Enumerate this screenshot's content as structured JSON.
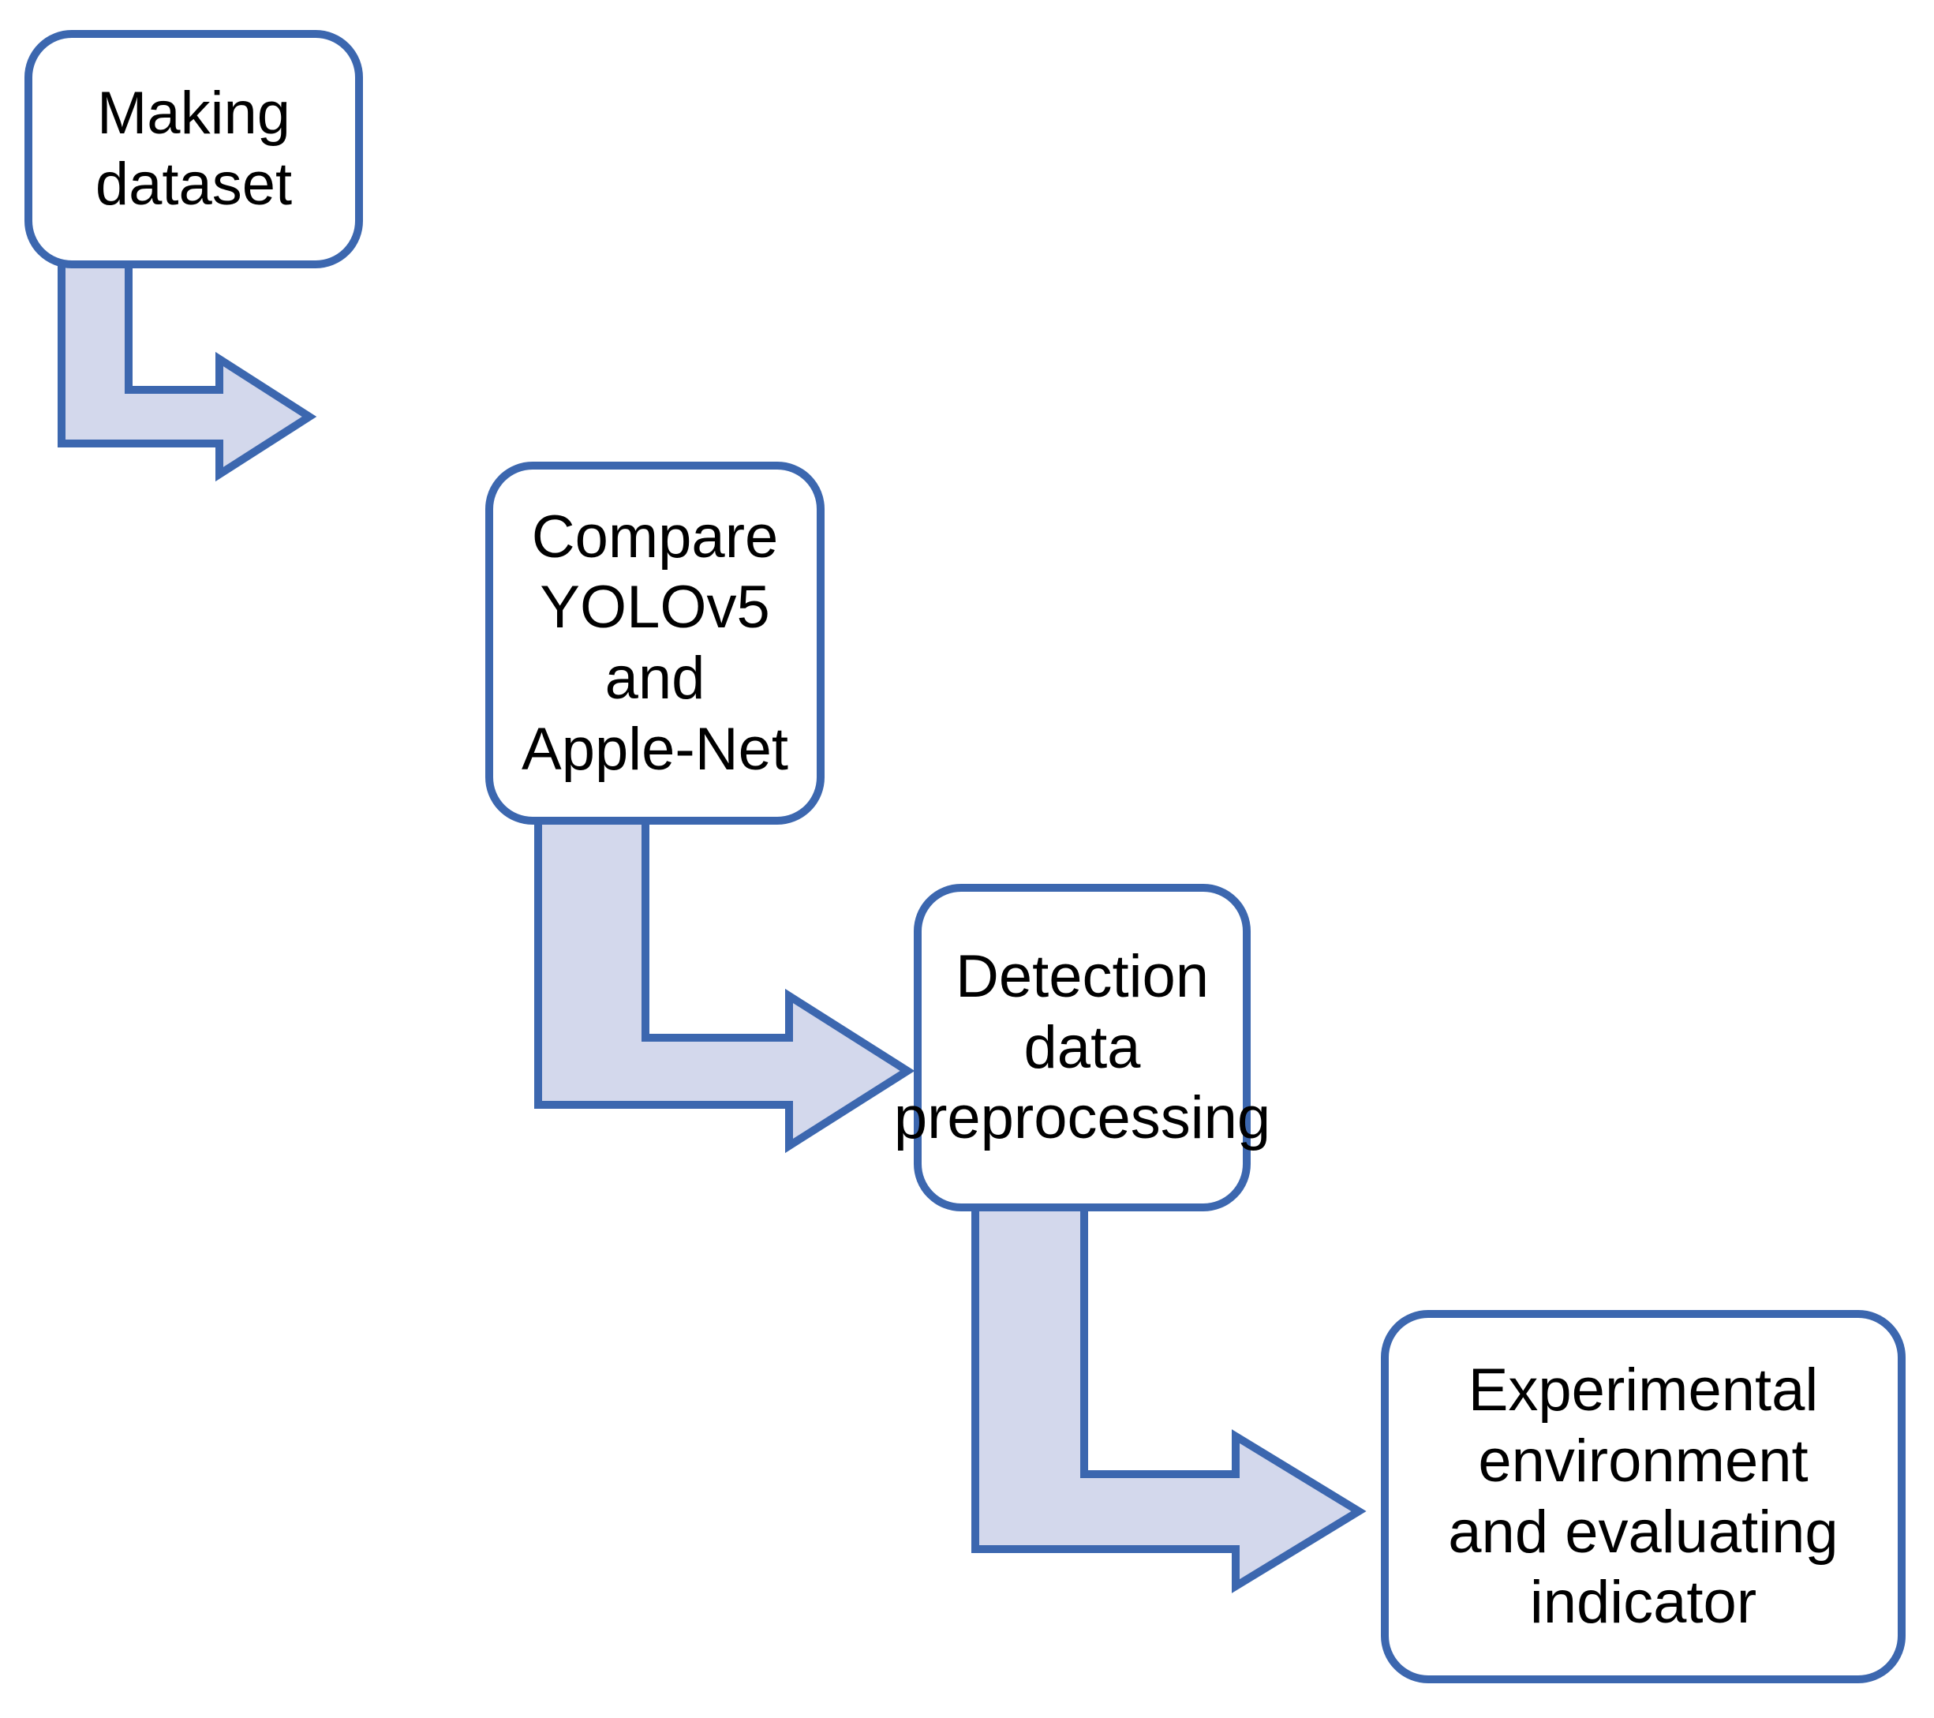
{
  "diagram": {
    "type": "flowchart",
    "orientation": "descending-staircase",
    "title": "",
    "background_color": "#FFFFFF",
    "colors": {
      "box_fill": "#FFFFFF",
      "box_border": "#3C67AF",
      "arrow_fill": "#D3D8EC",
      "arrow_border": "#3C67AF",
      "text": "#000000"
    },
    "nodes": [
      {
        "id": "node-1",
        "label": "Making dataset",
        "shape": "rounded-rectangle",
        "order": 1
      },
      {
        "id": "node-2",
        "label": "Compare\nYOLOv5 and\nApple-Net",
        "shape": "rounded-rectangle",
        "order": 2
      },
      {
        "id": "node-3",
        "label": "Detection data\npreprocessing",
        "shape": "rounded-rectangle",
        "order": 3
      },
      {
        "id": "node-4",
        "label": "Experimental\nenvironment\nand evaluating\nindicator",
        "shape": "rounded-rectangle",
        "order": 4
      }
    ],
    "connectors": [
      {
        "id": "arrow-1",
        "from": "node-1",
        "to": "node-2",
        "style": "bent-arrow-down-right",
        "label": ""
      },
      {
        "id": "arrow-2",
        "from": "node-2",
        "to": "node-3",
        "style": "bent-arrow-down-right",
        "label": ""
      },
      {
        "id": "arrow-3",
        "from": "node-3",
        "to": "node-4",
        "style": "bent-arrow-down-right",
        "label": ""
      }
    ]
  }
}
